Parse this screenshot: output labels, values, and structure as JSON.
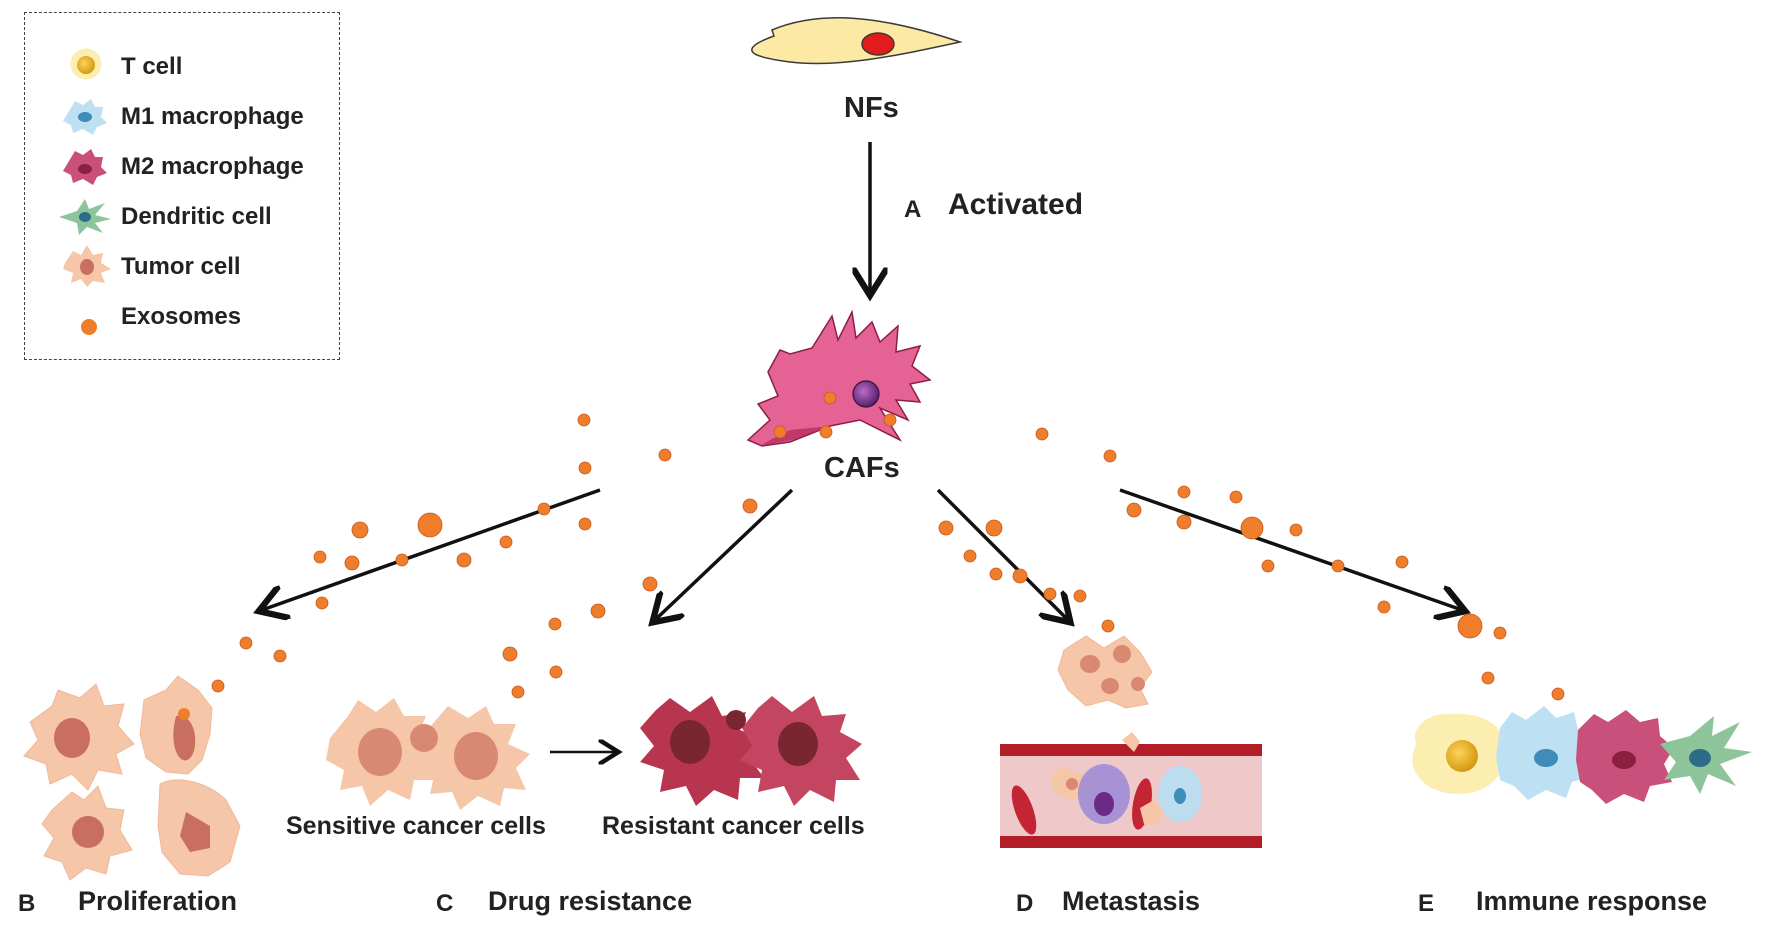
{
  "legend": {
    "items": [
      {
        "label": "T cell",
        "icon": "t-cell-icon"
      },
      {
        "label": "M1 macrophage",
        "icon": "m1-macrophage-icon"
      },
      {
        "label": "M2 macrophage",
        "icon": "m2-macrophage-icon"
      },
      {
        "label": "Dendritic cell",
        "icon": "dendritic-cell-icon"
      },
      {
        "label": "Tumor cell",
        "icon": "tumor-cell-icon"
      },
      {
        "label": "Exosomes",
        "icon": "exosome-icon"
      }
    ]
  },
  "nodes": {
    "nfs": "NFs",
    "cafs": "CAFs"
  },
  "edges": {
    "a_letter": "A",
    "a_label": "Activated"
  },
  "panels": {
    "b": {
      "letter": "B",
      "title": "Proliferation"
    },
    "c": {
      "letter": "C",
      "title": "Drug resistance",
      "sensitive": "Sensitive cancer cells",
      "resistant": "Resistant cancer cells"
    },
    "d": {
      "letter": "D",
      "title": "Metastasis"
    },
    "e": {
      "letter": "E",
      "title": "Immune response"
    }
  },
  "colors": {
    "exosome": "#ee7d2c",
    "caf": "#e0558a",
    "tumor": "#f6c6a8",
    "resistant": "#b83550",
    "t_cell": "#f3d36a",
    "m1": "#a9d2ec",
    "m2": "#c9507a",
    "dendritic": "#7fb98a",
    "vessel": "#b21d27"
  }
}
